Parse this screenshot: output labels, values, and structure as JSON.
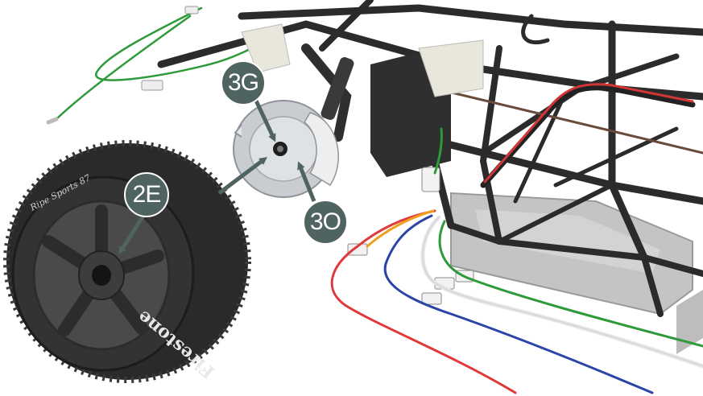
{
  "callouts": {
    "c3g": "3G",
    "c2e": "2E",
    "c3o": "3O"
  },
  "tire_text": {
    "brand": "Firestone",
    "model": "Ripe Sports 87"
  },
  "colors": {
    "callout_fill": "#4f6361",
    "arrow": "#4f6361",
    "frame": "#2b2b2b",
    "tire": "#2a2a2a",
    "wheel": "#4a4a4a",
    "brake_disc": "#c9ccd0",
    "tray": "#bfbfbf",
    "wire_red": "#e03a3a",
    "wire_blue": "#2a44a8",
    "wire_green": "#2e9a3a",
    "wire_white": "#e6e6e6",
    "wire_orange": "#f0a020"
  }
}
